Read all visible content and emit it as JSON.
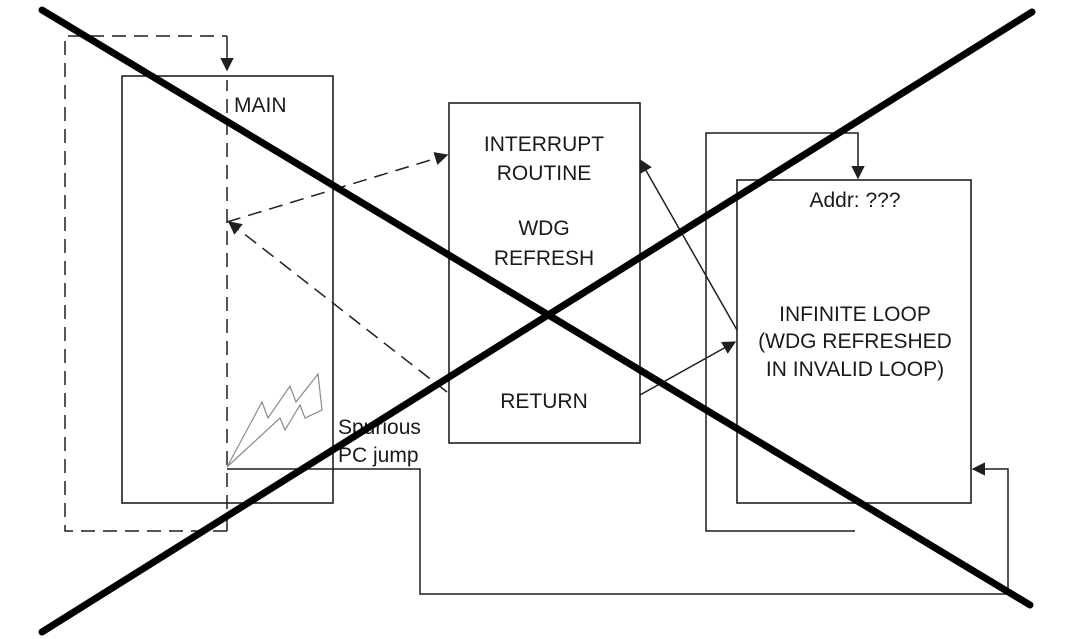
{
  "diagram": {
    "main_label": "MAIN",
    "interrupt": {
      "line1": "INTERRUPT",
      "line2": "ROUTINE",
      "line3": "WDG",
      "line4": "REFRESH",
      "return_label": "RETURN"
    },
    "loop": {
      "addr_label": "Addr: ???",
      "line1": "INFINITE LOOP",
      "line2": "(WDG REFRESHED",
      "line3": "IN INVALID LOOP)"
    },
    "spurious": {
      "line1": "Spurious",
      "line2": "PC jump"
    }
  }
}
